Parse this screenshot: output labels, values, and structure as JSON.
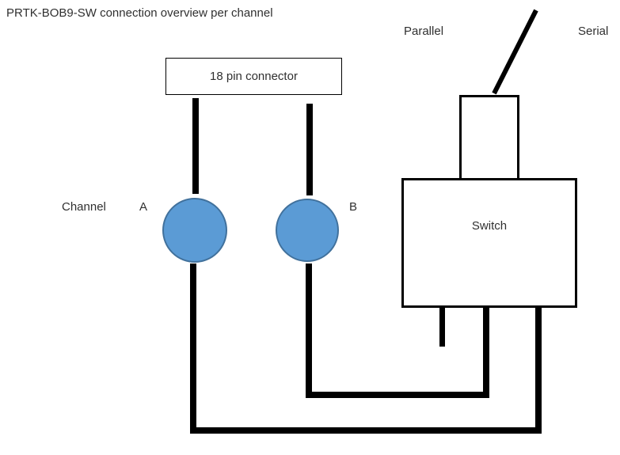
{
  "title": "PRTK-BOB9-SW connection overview per channel",
  "connector": {
    "label": "18 pin connector"
  },
  "channels": {
    "group_label": "Channel",
    "a_label": "A",
    "b_label": "B"
  },
  "switch_unit": {
    "label": "Switch",
    "parallel_label": "Parallel",
    "serial_label": "Serial",
    "lever_position": "Serial"
  },
  "colors": {
    "background": "#FFFFFF",
    "text": "#303030",
    "wire": "#000000",
    "box_border": "#000000",
    "channel_node_fill": "#5B9BD5",
    "channel_node_stroke": "#41719C"
  }
}
